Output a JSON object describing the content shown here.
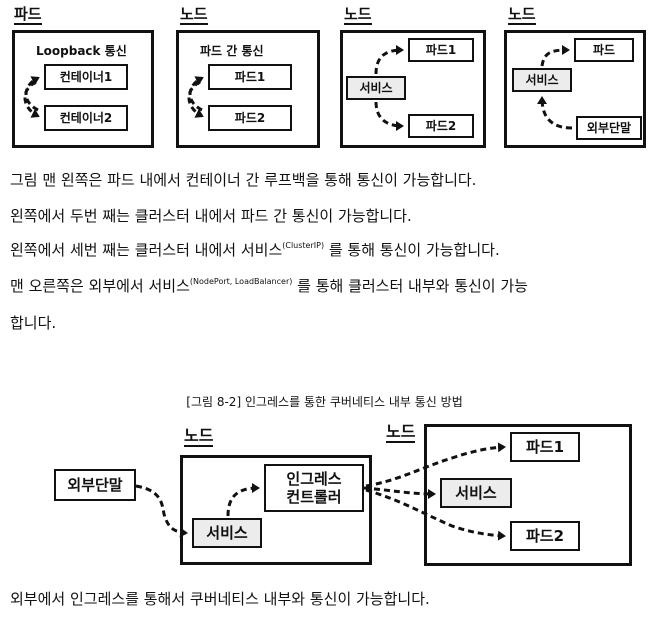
{
  "top_diagram": {
    "panels": [
      {
        "title": "파드",
        "inner_label": "Loopback 통신",
        "boxes": [
          "컨테이너1",
          "컨테이너2"
        ]
      },
      {
        "title": "노드",
        "inner_label": "파드 간 통신",
        "boxes": [
          "파드1",
          "파드2"
        ]
      },
      {
        "title": "노드",
        "boxes": [
          "파드1",
          "서비스",
          "파드2"
        ]
      },
      {
        "title": "노드",
        "boxes": [
          "파드",
          "서비스",
          "외부단말"
        ]
      }
    ]
  },
  "paragraphs": {
    "p1": "그림 맨 왼쪽은 파드 내에서 컨테이너 간 루프백을 통해 통신이 가능합니다.",
    "p2": "왼쪽에서 두번 째는 클러스터 내에서 파드 간 통신이 가능합니다.",
    "p3_pre": "왼쪽에서 세번 째는 클러스터 내에서 서비스",
    "p3_sup": "(ClusterIP)",
    "p3_post": " 를 통해 통신이 가능합니다.",
    "p4_pre": "맨 오른쪽은 외부에서 서비스",
    "p4_sup": "(NodePort, LoadBalancer)",
    "p4_post": " 를 통해 클러스터 내부와 통신이 가능",
    "p4_cont": "합니다."
  },
  "figure": {
    "caption": "[그림 8-2] 인그레스를 통한 쿠버네티스 내부 통신 방법",
    "external": "외부단말",
    "node1_title": "노드",
    "ingress_line1": "인그레스",
    "ingress_line2": "컨트롤러",
    "service": "서비스",
    "node2_title": "노드",
    "service2": "서비스",
    "pod1": "파드1",
    "pod2": "파드2"
  },
  "bottom_text": "외부에서 인그레스를 통해서 쿠버네티스 내부와 통신이 가능합니다.",
  "colors": {
    "line": "#111111",
    "gray_box": "#ececec",
    "background": "#ffffff"
  }
}
